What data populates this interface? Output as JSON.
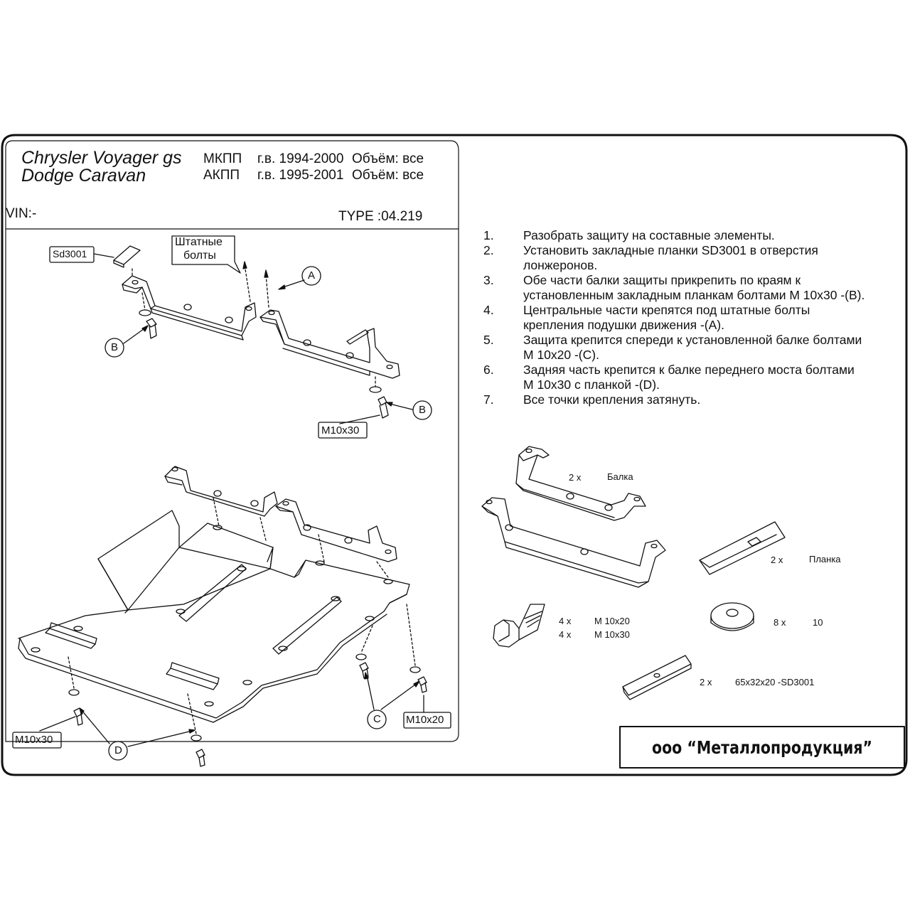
{
  "header": {
    "model_line1": "Chrysler Voyager gs",
    "model_line2": "Dodge Caravan",
    "rows": [
      {
        "trans": "МКПП",
        "years": "г.в. 1994-2000",
        "volume": "Объём: все"
      },
      {
        "trans": "АКПП",
        "years": "г.в. 1995-2001",
        "volume": "Объём: все"
      }
    ],
    "vin": "VIN:-",
    "type": "TYPE :04.219"
  },
  "instructions": [
    {
      "num": "1.",
      "text": "Разобрать защиту на составные элементы."
    },
    {
      "num": "2.",
      "text": "Установить закладные планки SD3001 в отверстия\nлонжеронов."
    },
    {
      "num": "3.",
      "text": "Обе части балки защиты прикрепить по краям к\nустановленным закладным планкам болтами М 10х30 -(В)."
    },
    {
      "num": "4.",
      "text": "Центральные части крепятся под штатные болты\nкрепления подушки движения -(А)."
    },
    {
      "num": "5.",
      "text": "Защита крепится спереди к установленной балке болтами\nМ 10х20 -(С)."
    },
    {
      "num": "6.",
      "text": "Задняя часть крепится к балке переднего моста болтами\nМ 10х30 с планкой -(D)."
    },
    {
      "num": "7.",
      "text": "Все точки крепления затянуть."
    }
  ],
  "diagram_labels": {
    "sd3001": "Sd3001",
    "stock_bolts_1": "Штатные",
    "stock_bolts_2": "болты",
    "A": "A",
    "B": "B",
    "C": "C",
    "D": "D",
    "m10x30": "M10x30",
    "m10x20": "M10x20"
  },
  "parts": {
    "beam_qty": "2 x",
    "beam_name": "Балка",
    "plate_qty": "2 x",
    "plate_name": "Планка",
    "bolt_qty1": "4 x",
    "bolt_size1": "M 10x20",
    "bolt_qty2": "4 x",
    "bolt_size2": "M 10x30",
    "washer_qty": "8 x",
    "washer_size": "10",
    "insert_qty": "2 x",
    "insert_name": "65x32x20 -SD3001"
  },
  "company": "ооо “Металлопродукция”"
}
